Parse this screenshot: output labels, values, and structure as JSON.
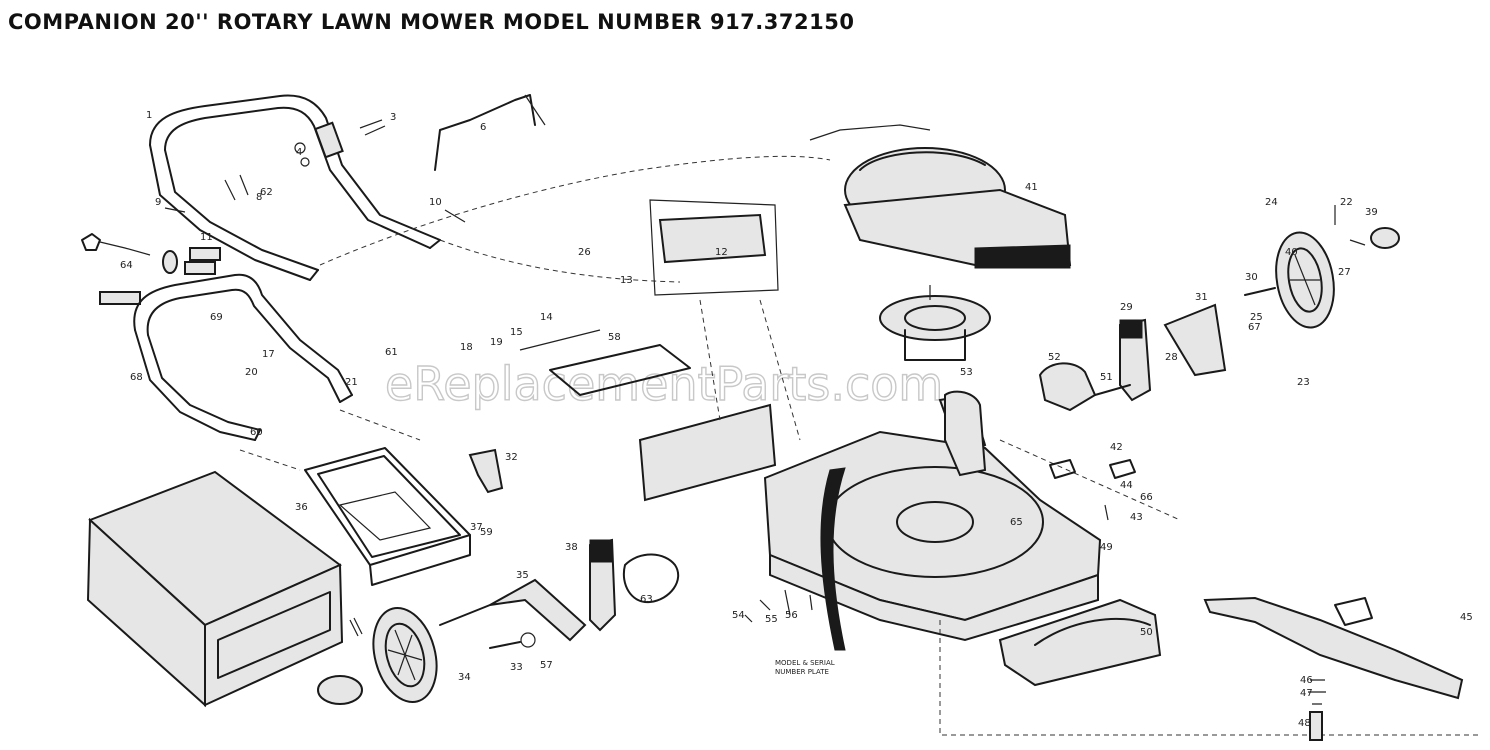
{
  "title": "COMPANION 20'' ROTARY LAWN MOWER MODEL NUMBER 917.372150",
  "watermark": "eReplacementParts.com",
  "decal_note": [
    "MODEL & SERIAL",
    "NUMBER PLATE"
  ],
  "callouts": [
    "1",
    "3",
    "4",
    "6",
    "8",
    "9",
    "10",
    "11",
    "12",
    "13",
    "14",
    "15",
    "17",
    "18",
    "19",
    "20",
    "21",
    "22",
    "23",
    "24",
    "25",
    "26",
    "27",
    "28",
    "29",
    "30",
    "31",
    "32",
    "33",
    "34",
    "35",
    "36",
    "37",
    "38",
    "39",
    "40",
    "41",
    "42",
    "43",
    "44",
    "45",
    "46",
    "47",
    "48",
    "49",
    "50",
    "51",
    "52",
    "53",
    "54",
    "55",
    "56",
    "57",
    "58",
    "59",
    "60",
    "61",
    "62",
    "63",
    "64",
    "65",
    "66",
    "67",
    "68",
    "69"
  ]
}
